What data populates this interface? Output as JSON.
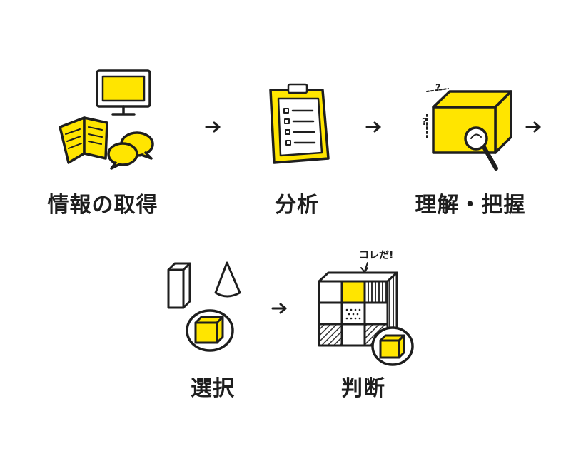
{
  "steps": [
    {
      "id": "info",
      "label": "情報の取得"
    },
    {
      "id": "analysis",
      "label": "分析"
    },
    {
      "id": "understanding",
      "label": "理解・把握"
    },
    {
      "id": "selection",
      "label": "選択"
    },
    {
      "id": "judgment",
      "label": "判断"
    }
  ],
  "annotations": {
    "judgment_note": "コレだ!",
    "question_mark": "?"
  },
  "colors": {
    "accent": "#FFE500",
    "ink": "#1E1E1E",
    "background": "#FFFFFF",
    "hatch": "#555555"
  },
  "icons": [
    "monitor-icon",
    "book-icon",
    "speech-bubbles-icon",
    "clipboard-icon",
    "cube-icon",
    "magnifier-icon",
    "prism-icon",
    "cone-icon",
    "highlighted-cube-icon",
    "rubiks-cube-icon",
    "arrow-right-icon"
  ]
}
